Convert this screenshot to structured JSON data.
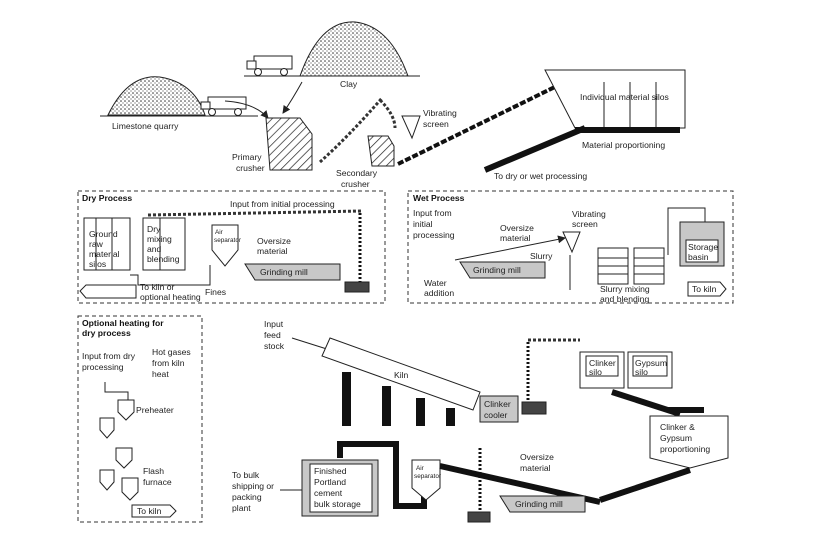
{
  "quarry": {
    "limestone": "Limestone quarry",
    "clay": "Clay",
    "primary_crusher": [
      "Primary",
      "crusher"
    ],
    "secondary_crusher": [
      "Secondary",
      "crusher"
    ],
    "vibrating_screen": [
      "Vibrating",
      "screen"
    ],
    "silos": "Individual material silos",
    "proportioning": "Material proportioning",
    "to_process": "To dry or wet processing"
  },
  "dry": {
    "title": "Dry Process",
    "input": "Input from initial processing",
    "ground_silos": [
      "Ground",
      "raw",
      "material",
      "silos"
    ],
    "mixing": [
      "Dry",
      "mixing",
      "and",
      "blending"
    ],
    "air_separator": [
      "Air",
      "separator"
    ],
    "oversize": [
      "Oversize",
      "material"
    ],
    "grinding_mill": "Grinding mill",
    "fines": "Fines",
    "to_kiln": [
      "To kiln or",
      "optional heating"
    ]
  },
  "wet": {
    "title": "Wet Process",
    "input": [
      "Input from",
      "initial",
      "processing"
    ],
    "oversize": [
      "Oversize",
      "material"
    ],
    "vibrating_screen": [
      "Vibrating",
      "screen"
    ],
    "storage_basin": [
      "Storage",
      "basin"
    ],
    "water": [
      "Water",
      "addition"
    ],
    "grinding_mill": "Grinding mill",
    "slurry": "Slurry",
    "slurry_mixing": [
      "Slurry mixing",
      "and blending"
    ],
    "to_kiln": "To kiln"
  },
  "heating": {
    "title": [
      "Optional heating for",
      "dry process"
    ],
    "input": [
      "Input from dry",
      "processing"
    ],
    "hot_gases": [
      "Hot gases",
      "from kiln",
      "heat"
    ],
    "preheater": "Preheater",
    "flash_furnace": [
      "Flash",
      "furnace"
    ],
    "to_kiln": "To kiln"
  },
  "kiln_stage": {
    "input": [
      "Input",
      "feed",
      "stock"
    ],
    "kiln": "Kiln",
    "clinker_cooler": [
      "Clinker",
      "cooler"
    ],
    "clinker_silo": [
      "Clinker",
      "silo"
    ],
    "gypsum_silo": [
      "Gypsum",
      "silo"
    ],
    "clinker_gypsum": [
      "Clinker &",
      "Gypsum",
      "proportioning"
    ]
  },
  "finish": {
    "to_bulk": [
      "To bulk",
      "shipping or",
      "packing",
      "plant"
    ],
    "storage": [
      "Finished",
      "Portland",
      "cement",
      "bulk storage"
    ],
    "air_separator": [
      "Air",
      "separator"
    ],
    "oversize": [
      "Oversize",
      "material"
    ],
    "grinding_mill": "Grinding mill"
  }
}
